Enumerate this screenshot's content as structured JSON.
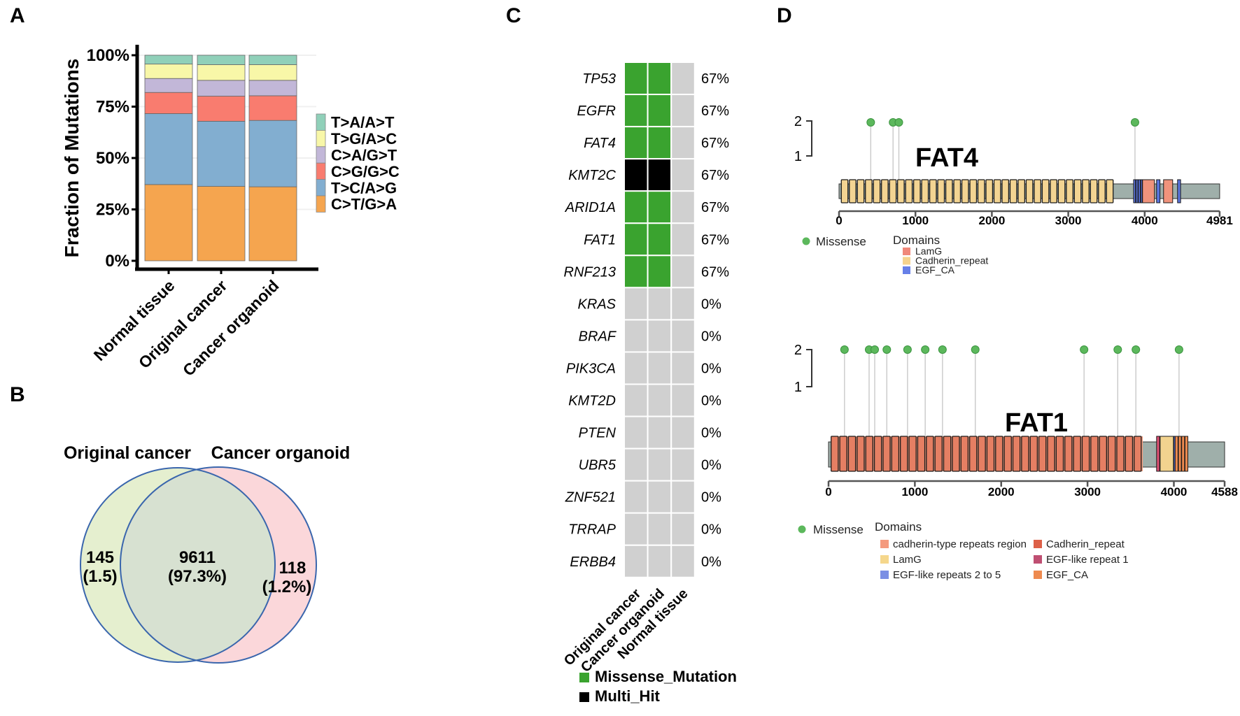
{
  "panels": {
    "a": "A",
    "b": "B",
    "c": "C",
    "d": "D"
  },
  "chart_data": [
    {
      "id": "mutation-signature-bars",
      "type": "bar",
      "stacked": true,
      "ylabel": "Fraction of Mutations",
      "categories": [
        "Normal tissue",
        "Original cancer",
        "Cancer organoid"
      ],
      "ytick_labels": [
        "0%",
        "25%",
        "50%",
        "75%",
        "100%"
      ],
      "ylim": [
        0,
        100
      ],
      "series": [
        {
          "name": "C>T/G>A",
          "color": "#f5a54f",
          "values": [
            37.1,
            36.2,
            36.0
          ]
        },
        {
          "name": "T>C/A>G",
          "color": "#82aed0",
          "values": [
            34.5,
            31.7,
            32.3
          ]
        },
        {
          "name": "C>G/G>C",
          "color": "#f97c6f",
          "values": [
            10.3,
            12.2,
            12.0
          ]
        },
        {
          "name": "C>A/G>T",
          "color": "#c2b7d8",
          "values": [
            6.8,
            7.7,
            7.5
          ]
        },
        {
          "name": "T>G/A>C",
          "color": "#f8f7a8",
          "values": [
            7.0,
            7.6,
            7.6
          ]
        },
        {
          "name": "T>A/A>T",
          "color": "#90d0b9",
          "values": [
            4.3,
            4.6,
            4.6
          ]
        }
      ],
      "legend_top_to_bottom": [
        "T>A/A>T",
        "T>G/A>C",
        "C>A/G>T",
        "C>G/G>C",
        "T>C/A>G",
        "C>T/G>A"
      ]
    },
    {
      "id": "mutation-overlap-venn",
      "type": "venn",
      "left": {
        "label": "Original cancer",
        "count": "145",
        "note": "(1.5)",
        "fill": "#e5efcf"
      },
      "right": {
        "label": "Cancer organoid",
        "count": "118",
        "note": "(1.2%)",
        "fill": "#fbd7da"
      },
      "overlap": {
        "count": "9611",
        "note": "(97.3%)",
        "fill": "#d7e1d1"
      },
      "outline": "#3a66ad"
    },
    {
      "id": "driver-gene-oncoprint",
      "type": "heatmap",
      "columns": [
        "Original cancer",
        "Cancer organoid",
        "Normal tissue"
      ],
      "rows": [
        {
          "gene": "TP53",
          "pct": "67%",
          "cells": [
            "missense",
            "missense",
            "none"
          ]
        },
        {
          "gene": "EGFR",
          "pct": "67%",
          "cells": [
            "missense",
            "missense",
            "none"
          ]
        },
        {
          "gene": "FAT4",
          "pct": "67%",
          "cells": [
            "missense",
            "missense",
            "none"
          ]
        },
        {
          "gene": "KMT2C",
          "pct": "67%",
          "cells": [
            "multi",
            "multi",
            "none"
          ]
        },
        {
          "gene": "ARID1A",
          "pct": "67%",
          "cells": [
            "missense",
            "missense",
            "none"
          ]
        },
        {
          "gene": "FAT1",
          "pct": "67%",
          "cells": [
            "missense",
            "missense",
            "none"
          ]
        },
        {
          "gene": "RNF213",
          "pct": "67%",
          "cells": [
            "missense",
            "missense",
            "none"
          ]
        },
        {
          "gene": "KRAS",
          "pct": "0%",
          "cells": [
            "none",
            "none",
            "none"
          ]
        },
        {
          "gene": "BRAF",
          "pct": "0%",
          "cells": [
            "none",
            "none",
            "none"
          ]
        },
        {
          "gene": "PIK3CA",
          "pct": "0%",
          "cells": [
            "none",
            "none",
            "none"
          ]
        },
        {
          "gene": "KMT2D",
          "pct": "0%",
          "cells": [
            "none",
            "none",
            "none"
          ]
        },
        {
          "gene": "PTEN",
          "pct": "0%",
          "cells": [
            "none",
            "none",
            "none"
          ]
        },
        {
          "gene": "UBR5",
          "pct": "0%",
          "cells": [
            "none",
            "none",
            "none"
          ]
        },
        {
          "gene": "ZNF521",
          "pct": "0%",
          "cells": [
            "none",
            "none",
            "none"
          ]
        },
        {
          "gene": "TRRAP",
          "pct": "0%",
          "cells": [
            "none",
            "none",
            "none"
          ]
        },
        {
          "gene": "ERBB4",
          "pct": "0%",
          "cells": [
            "none",
            "none",
            "none"
          ]
        }
      ],
      "cell_colors": {
        "missense": "#3aa32f",
        "multi": "#000000",
        "none": "#d0d0d0"
      },
      "legend": [
        {
          "label": "Missense_Mutation",
          "color": "#3aa32f"
        },
        {
          "label": "Multi_Hit",
          "color": "#000000"
        }
      ]
    },
    {
      "id": "fat4-lollipop",
      "type": "lollipop",
      "gene": "FAT4",
      "protein_length": 4981,
      "xticks": [
        0,
        1000,
        2000,
        3000,
        4000,
        4981
      ],
      "yticks": [
        1,
        2
      ],
      "mutation_legend": {
        "label": "Missense",
        "color": "#5cb85c"
      },
      "mutations": [
        {
          "pos": 415,
          "count": 2
        },
        {
          "pos": 707,
          "count": 2
        },
        {
          "pos": 783,
          "count": 2
        },
        {
          "pos": 3873,
          "count": 2
        }
      ],
      "backbone_color": "#9fafaa",
      "repeat_region": {
        "name": "Cadherin_repeat",
        "start": 30,
        "end": 3606,
        "count": 34,
        "color": "#f3d492"
      },
      "domains": [
        {
          "name": "EGF_CA",
          "start": 3855,
          "end": 3880,
          "color": "#5a74dd"
        },
        {
          "name": "EGF_CA",
          "start": 3886,
          "end": 3911,
          "color": "#5a74dd"
        },
        {
          "name": "EGF_CA",
          "start": 3917,
          "end": 3942,
          "color": "#5a74dd"
        },
        {
          "name": "EGF_CA",
          "start": 3948,
          "end": 3968,
          "color": "#5a74dd"
        },
        {
          "name": "LamG",
          "start": 3972,
          "end": 4128,
          "color": "#f0937c"
        },
        {
          "name": "EGF_CA",
          "start": 4155,
          "end": 4200,
          "color": "#5a74dd"
        },
        {
          "name": "LamG",
          "start": 4247,
          "end": 4366,
          "color": "#f0937c"
        },
        {
          "name": "EGF_CA",
          "start": 4430,
          "end": 4470,
          "color": "#5a74dd"
        }
      ],
      "domain_legend_title": "Domains",
      "domain_legend_col1": [
        {
          "label": "LamG",
          "color": "#f0887a"
        },
        {
          "label": "Cadherin_repeat",
          "color": "#f5d38e"
        },
        {
          "label": "EGF_CA",
          "color": "#6780e8"
        }
      ],
      "domain_legend_col2": []
    },
    {
      "id": "fat1-lollipop",
      "type": "lollipop",
      "gene": "FAT1",
      "protein_length": 4588,
      "xticks": [
        0,
        1000,
        2000,
        3000,
        4000,
        4588
      ],
      "yticks": [
        1,
        2
      ],
      "mutation_legend": {
        "label": "Missense",
        "color": "#5cb85c"
      },
      "mutations": [
        {
          "pos": 185,
          "count": 2
        },
        {
          "pos": 470,
          "count": 2
        },
        {
          "pos": 535,
          "count": 2
        },
        {
          "pos": 675,
          "count": 2
        },
        {
          "pos": 915,
          "count": 2
        },
        {
          "pos": 1120,
          "count": 2
        },
        {
          "pos": 1320,
          "count": 2
        },
        {
          "pos": 1700,
          "count": 2
        },
        {
          "pos": 2960,
          "count": 2
        },
        {
          "pos": 3350,
          "count": 2
        },
        {
          "pos": 3560,
          "count": 2
        },
        {
          "pos": 4060,
          "count": 2
        }
      ],
      "backbone_color": "#9fafaa",
      "repeat_region": {
        "name": "Cadherin_repeat",
        "region_name": "cadherin-type repeats region",
        "start": 30,
        "end": 3640,
        "count": 36,
        "color": "#e57f63",
        "region_color": "#f4a183"
      },
      "domains": [
        {
          "name": "EGF-like repeat 1",
          "start": 3800,
          "end": 3835,
          "color": "#d94f72"
        },
        {
          "name": "LamG",
          "start": 3841,
          "end": 3995,
          "color": "#f2d38f"
        },
        {
          "name": "EGF-like repeats 2 to 5",
          "start": 3999,
          "end": 4011,
          "color": "#5a74dd"
        },
        {
          "name": "EGF_CA",
          "start": 4015,
          "end": 4048,
          "color": "#ec8a50"
        },
        {
          "name": "EGF_CA",
          "start": 4053,
          "end": 4086,
          "color": "#ec8a50"
        },
        {
          "name": "EGF_CA",
          "start": 4091,
          "end": 4124,
          "color": "#ec8a50"
        },
        {
          "name": "EGF_CA",
          "start": 4129,
          "end": 4162,
          "color": "#ec8a50"
        }
      ],
      "domain_legend_title": "Domains",
      "domain_legend_col1": [
        {
          "label": "cadherin-type repeats region",
          "color": "#f49a7e"
        },
        {
          "label": "LamG",
          "color": "#f5d78c"
        },
        {
          "label": "EGF-like repeats 2 to 5",
          "color": "#7b8fe4"
        }
      ],
      "domain_legend_col2": [
        {
          "label": "Cadherin_repeat",
          "color": "#dd6048"
        },
        {
          "label": "EGF-like repeat 1",
          "color": "#bf4f72"
        },
        {
          "label": "EGF_CA",
          "color": "#ee8a4f"
        }
      ]
    }
  ]
}
